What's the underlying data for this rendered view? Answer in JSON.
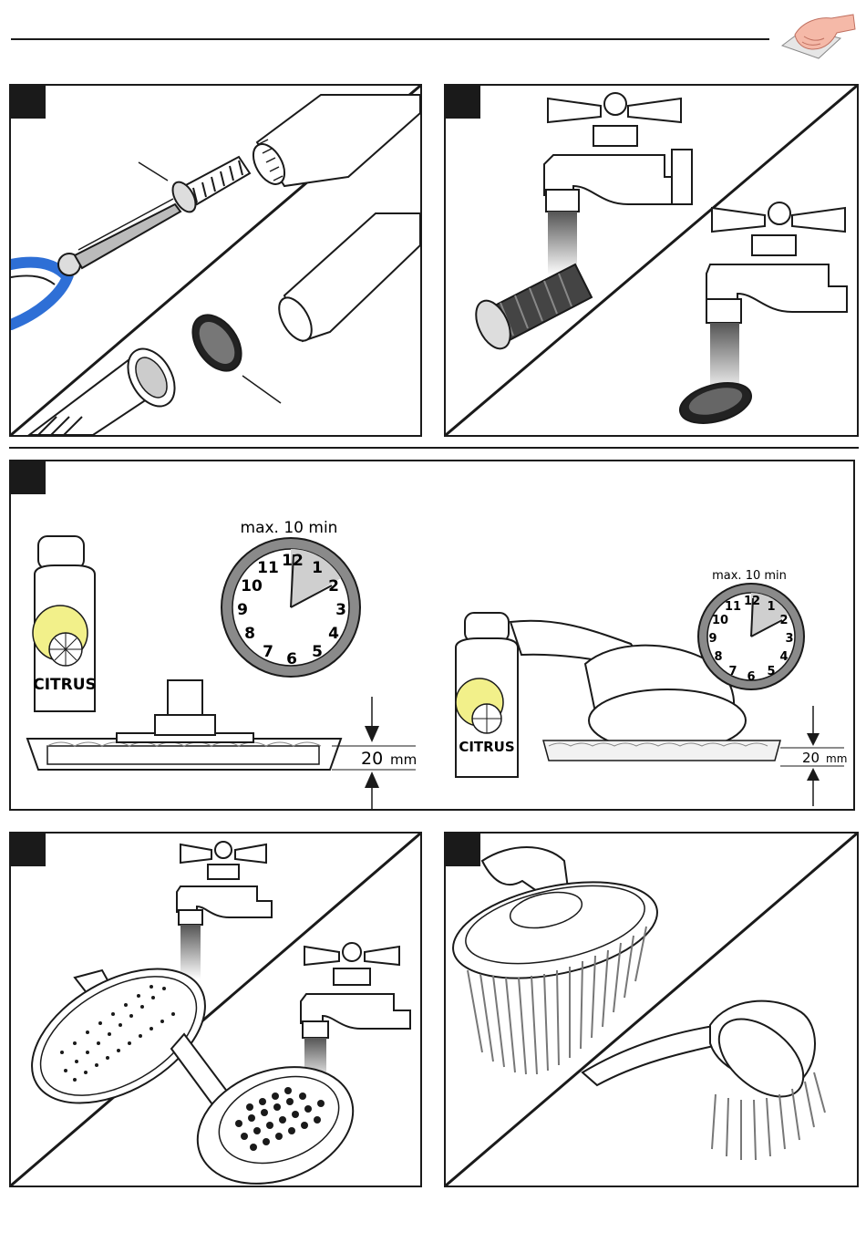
{
  "header": {
    "page_number": ""
  },
  "panels": {
    "p1": {
      "step": ""
    },
    "p2": {
      "step": ""
    },
    "p3": {
      "step": "",
      "bottle_label": "CITRUS",
      "clock_caption": "max. 10 min",
      "clock_numbers": [
        "12",
        "1",
        "2",
        "3",
        "4",
        "5",
        "6",
        "7",
        "8",
        "9",
        "10",
        "11"
      ],
      "depth_value": "20",
      "depth_unit": "mm",
      "bottle_label_2": "CITRUS",
      "clock_caption_2": "max. 10 min",
      "depth_value_2": "20",
      "depth_unit_2": "mm"
    },
    "p4": {
      "step": ""
    },
    "p5": {
      "step": ""
    }
  },
  "colors": {
    "pliers": "#2e6fd6",
    "lemon": "#f2f08a",
    "ink": "#1a1a1a",
    "clock_face_gray": "#8a8a8a",
    "hand_skin": "#f5b9a8"
  },
  "icons": [
    "hand-cleaning-icon",
    "pliers-icon",
    "faucet-icon",
    "clock-icon",
    "citrus-bottle-icon",
    "shower-head-icon"
  ]
}
